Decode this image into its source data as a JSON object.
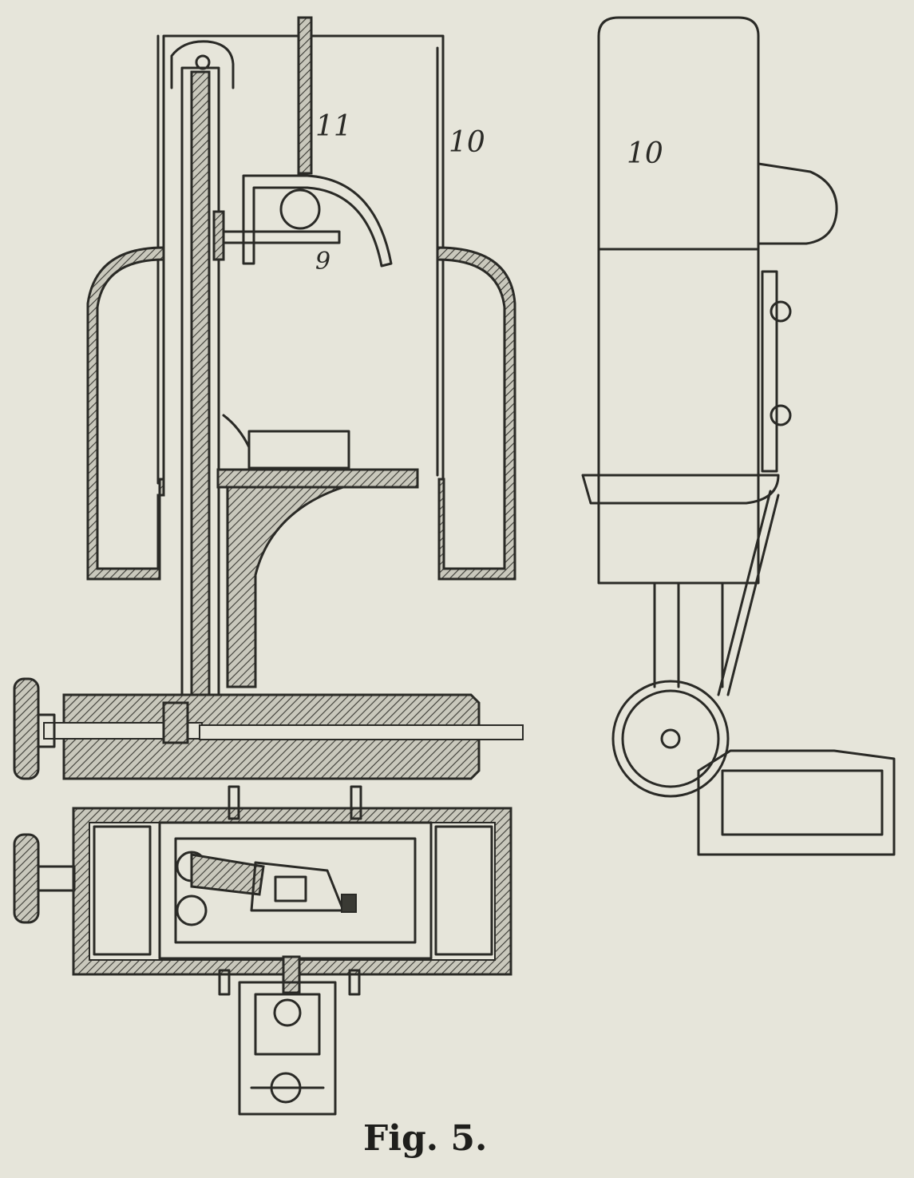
{
  "figure": {
    "caption": "Fig. 5.",
    "labels": {
      "front_top_11": "11",
      "front_top_10": "10",
      "front_9": "9",
      "side_10": "10"
    }
  },
  "colors": {
    "paper": "#e6e5da",
    "ink": "#2a2a26"
  }
}
